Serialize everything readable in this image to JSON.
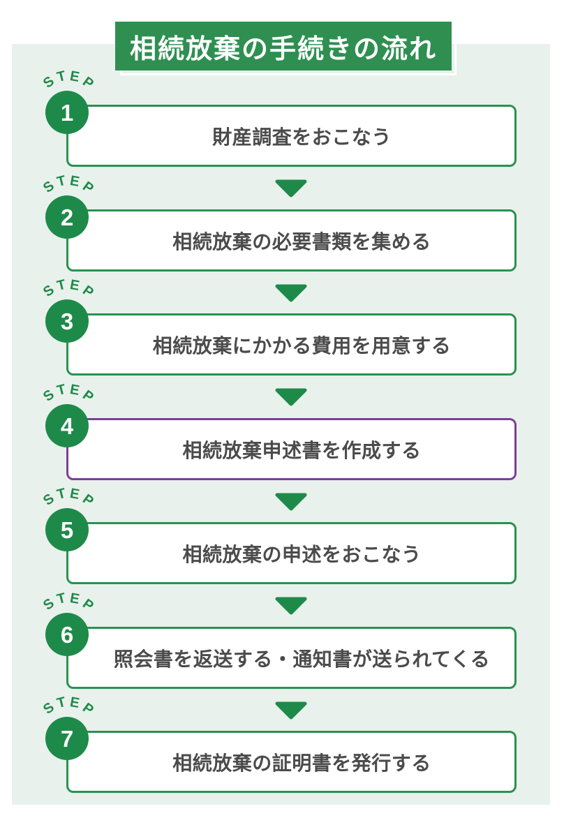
{
  "title": {
    "text": "相続放棄の手続きの流れ"
  },
  "step_label": "STEP",
  "colors": {
    "green": "#1e8a49",
    "green_border": "#2a9150",
    "title_green": "#2e8f51",
    "purple": "#7c3f96",
    "panel_bg": "#e9f1ec",
    "text": "#4b4b4b"
  },
  "steps": [
    {
      "number": "1",
      "label": "財産調査をおこなう",
      "accent": "green"
    },
    {
      "number": "2",
      "label": "相続放棄の必要書類を集める",
      "accent": "green"
    },
    {
      "number": "3",
      "label": "相続放棄にかかる費用を用意する",
      "accent": "green"
    },
    {
      "number": "4",
      "label": "相続放棄申述書を作成する",
      "accent": "purple"
    },
    {
      "number": "5",
      "label": "相続放棄の申述をおこなう",
      "accent": "green"
    },
    {
      "number": "6",
      "label": "照会書を返送する・通知書が送られてくる",
      "accent": "green"
    },
    {
      "number": "7",
      "label": "相続放棄の証明書を発行する",
      "accent": "green"
    }
  ]
}
